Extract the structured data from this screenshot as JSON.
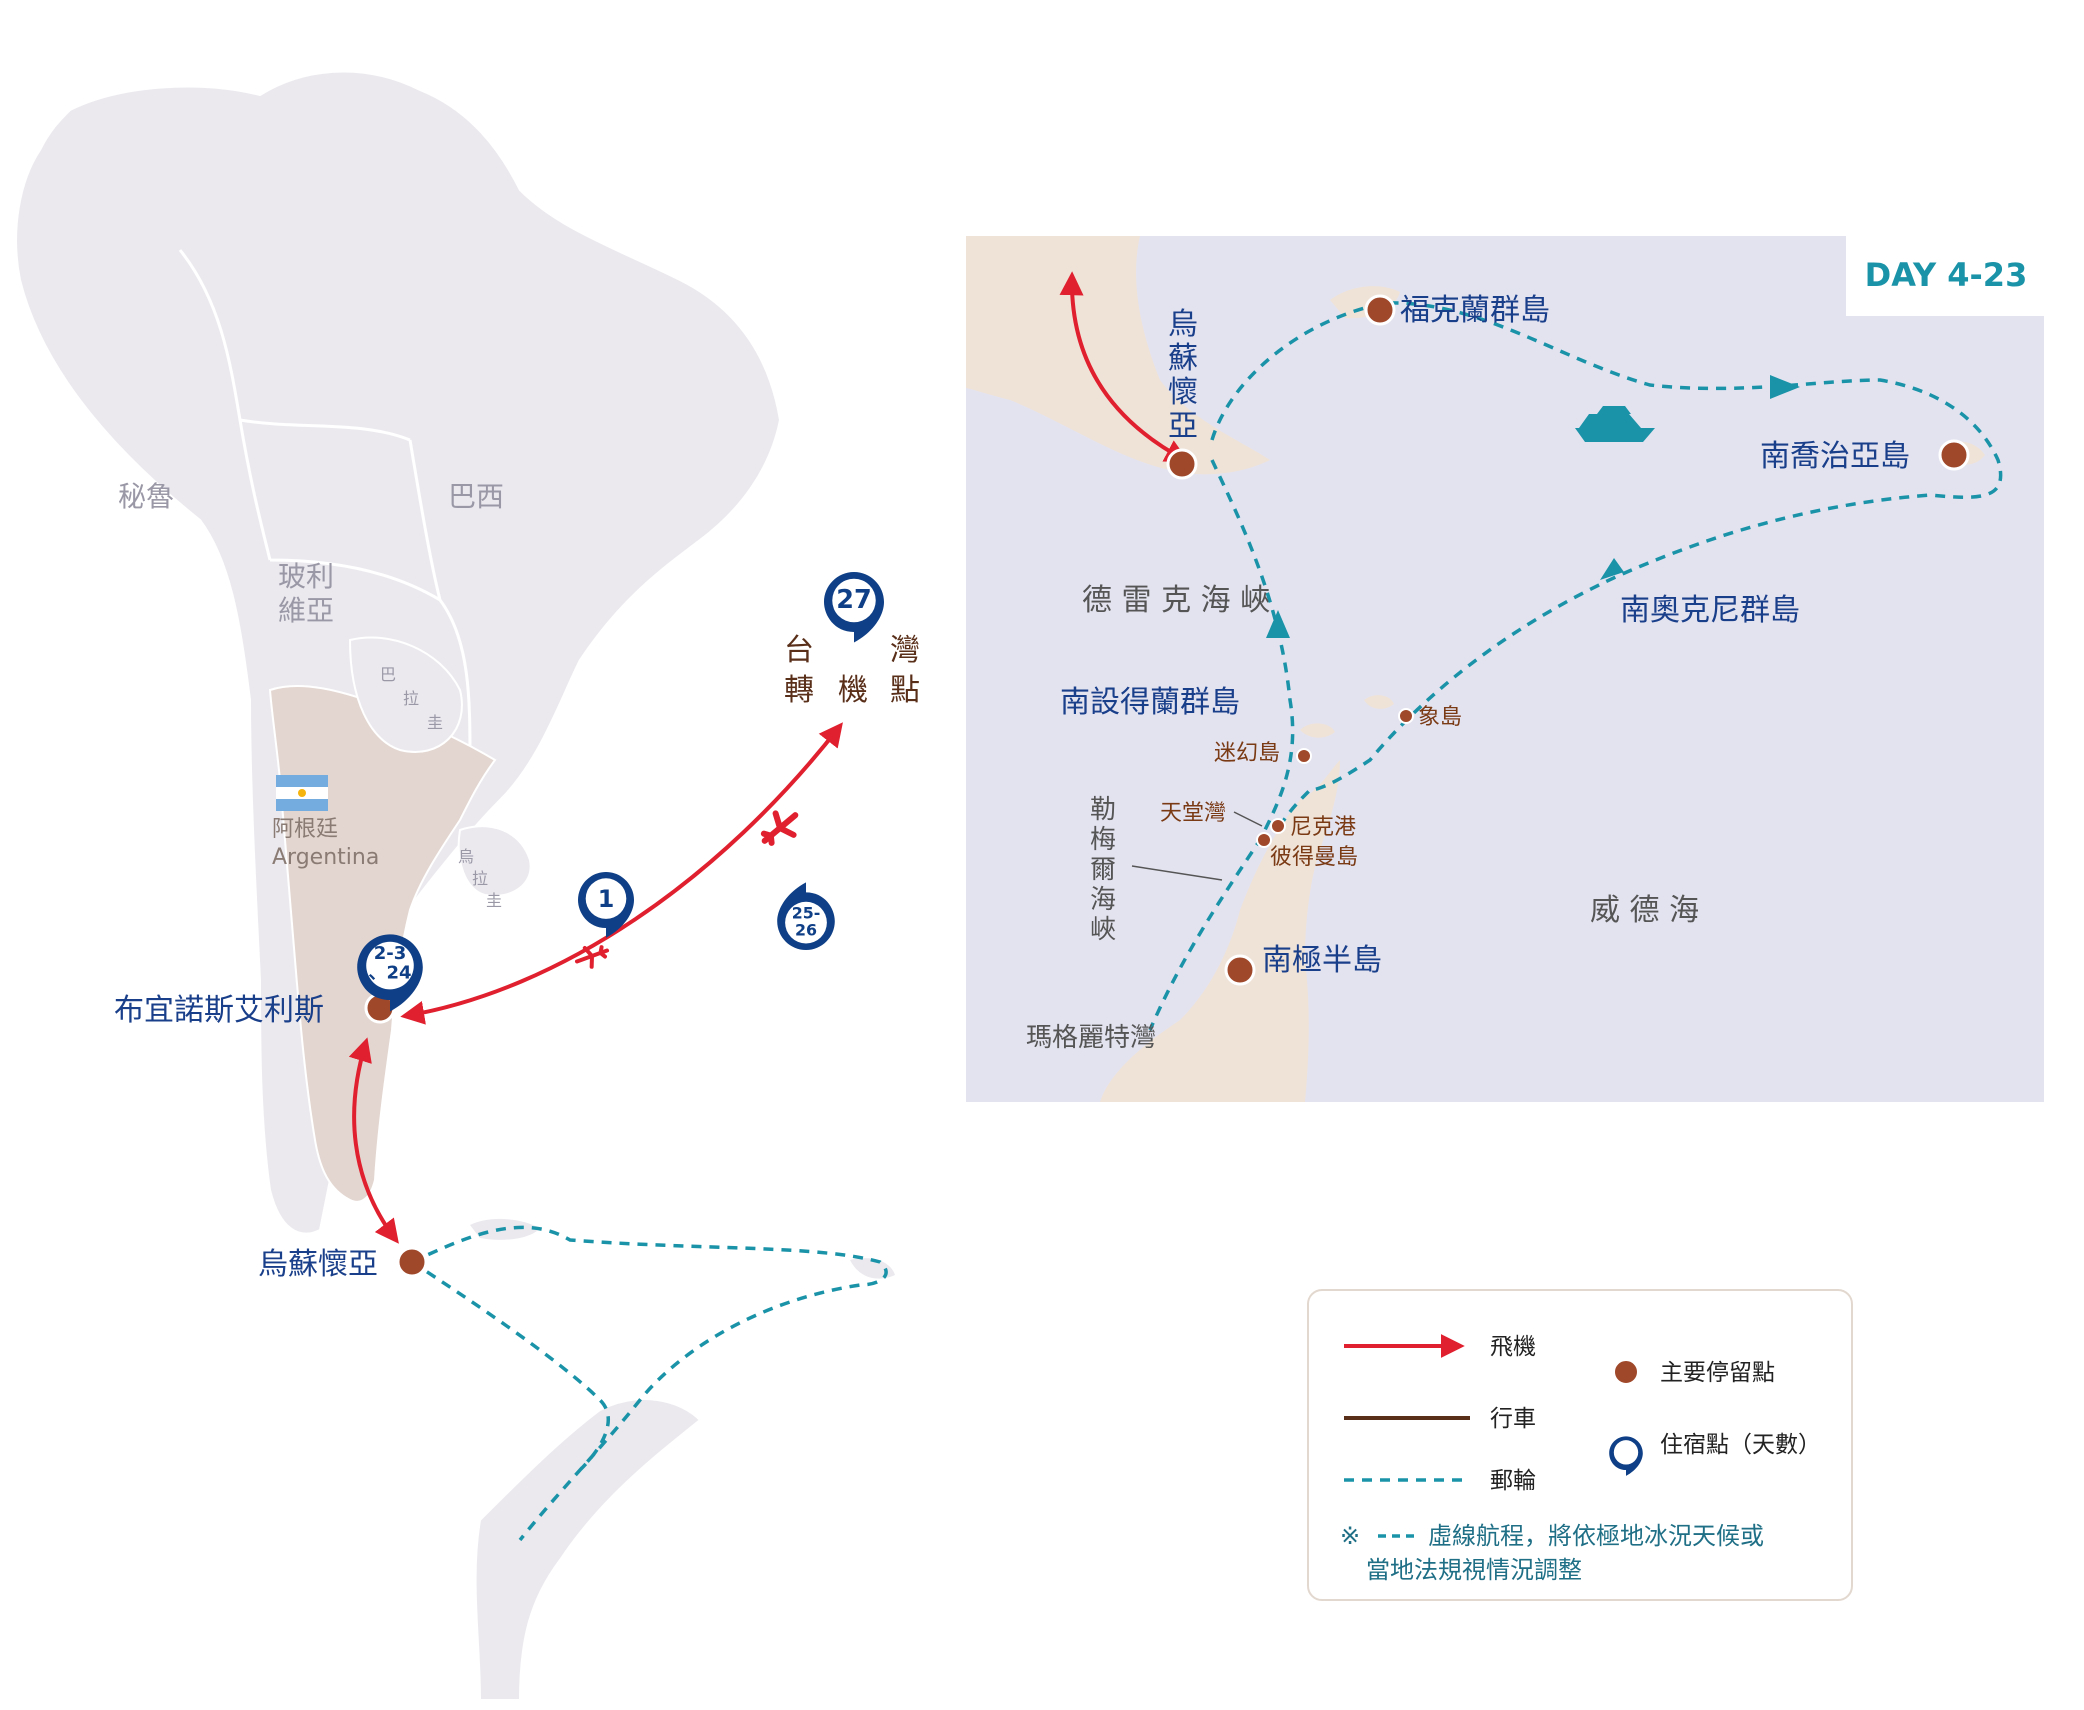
{
  "colors": {
    "flight": "#e0202e",
    "cruise": "#1a93a8",
    "drive": "#5a2f1a",
    "stop": "#a0482a",
    "pin": "#0f3f86",
    "label_blue": "#1a3f8a",
    "label_brown": "#7a3a14",
    "country_fill": "#ebe9ee",
    "argentina_fill": "#e3d6d0",
    "inset_sea": "#e3e3f0",
    "inset_land": "#efe3d8"
  },
  "main_map": {
    "countries": {
      "peru": "秘魯",
      "brazil": "巴西",
      "bolivia_1": "玻利",
      "bolivia_2": "維亞",
      "paraguay_1": "巴",
      "paraguay_2": "拉",
      "paraguay_3": "圭",
      "uruguay_1": "烏",
      "uruguay_2": "拉",
      "uruguay_3": "圭",
      "argentina_zh": "阿根廷",
      "argentina_en": "Argentina"
    },
    "cities": {
      "buenos_aires": "布宜諾斯艾利斯",
      "ushuaia": "烏蘇懷亞"
    },
    "taiwan": {
      "c1": "台",
      "c2": "灣",
      "c3": "轉",
      "c4": "機",
      "c5": "點"
    },
    "pins": {
      "taiwan_day": "27",
      "outbound_day": "1",
      "return_day_1": "25-",
      "return_day_2": "26",
      "ba_day_1": "2-3",
      "ba_day_2": "、24"
    }
  },
  "inset": {
    "title": "DAY 4-23",
    "places": {
      "ushuaia_1": "烏",
      "ushuaia_2": "蘇",
      "ushuaia_3": "懷",
      "ushuaia_4": "亞",
      "falklands": "福克蘭群島",
      "south_georgia": "南喬治亞島",
      "south_orkney": "南奧克尼群島",
      "drake": "德 雷 克 海 峽",
      "south_shetland": "南設得蘭群島",
      "elephant": "象島",
      "deception": "迷幻島",
      "paradise": "天堂灣",
      "neko": "尼克港",
      "petermann": "彼得曼島",
      "lemaire_1": "勒",
      "lemaire_2": "梅",
      "lemaire_3": "爾",
      "lemaire_4": "海",
      "lemaire_5": "峽",
      "antarctic_peninsula": "南極半島",
      "weddell": "威 德 海",
      "marguerite": "瑪格麗特灣"
    }
  },
  "legend": {
    "flight": "飛機",
    "drive": "行車",
    "cruise": "郵輪",
    "main_stop": "主要停留點",
    "lodging": "住宿點（天數）",
    "note_mark": "※",
    "note_line1": "虛線航程，將依極地冰況天候或",
    "note_line2": "當地法規視情況調整"
  }
}
